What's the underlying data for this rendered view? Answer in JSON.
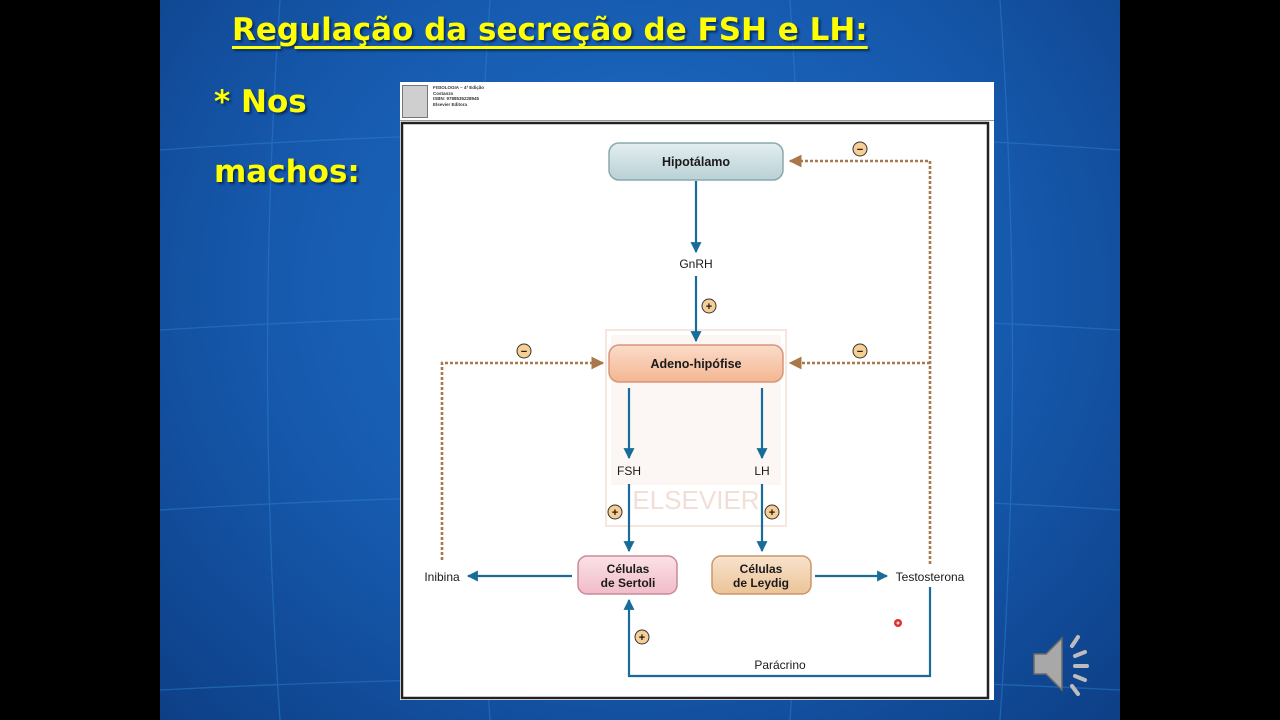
{
  "slide": {
    "title": "Regulação da secreção de FSH e LH:",
    "bullet_line1": "* Nos",
    "bullet_line2": "machos:"
  },
  "figure_credits": {
    "line1": "FISIOLOGIA – 4ª Edição",
    "line2": "Costanzo",
    "line3": "ISBN: 9788535228945",
    "line4": "Elsevier Editora"
  },
  "diagram": {
    "watermark": "ELSEVIER",
    "nodes": {
      "hypothalamus": "Hipotálamo",
      "pituitary": "Adeno-hipófise",
      "sertoli_line1": "Células",
      "sertoli_line2": "de Sertoli",
      "leydig_line1": "Células",
      "leydig_line2": "de Leydig"
    },
    "labels": {
      "gnrh": "GnRH",
      "fsh": "FSH",
      "lh": "LH",
      "inhibin": "Inibina",
      "testosterone": "Testosterona",
      "paracrine": "Parácrino"
    },
    "signs": {
      "plus": "+",
      "minus": "−"
    }
  },
  "colors": {
    "slide_background": "#1659ad",
    "title_text": "#ffff00",
    "hypothalamus_fill": "#c9dde1",
    "pituitary_fill": "#f6c6a8",
    "sertoli_fill": "#f6cdd6",
    "leydig_fill": "#f2d3b0",
    "stimulatory_arrow": "#176c99",
    "inhibitory_arrow": "#a9774a",
    "sign_circle": "#f7ce93"
  },
  "icons": {
    "speaker": "speaker-icon",
    "thumbnail": "book-cover-icon"
  }
}
